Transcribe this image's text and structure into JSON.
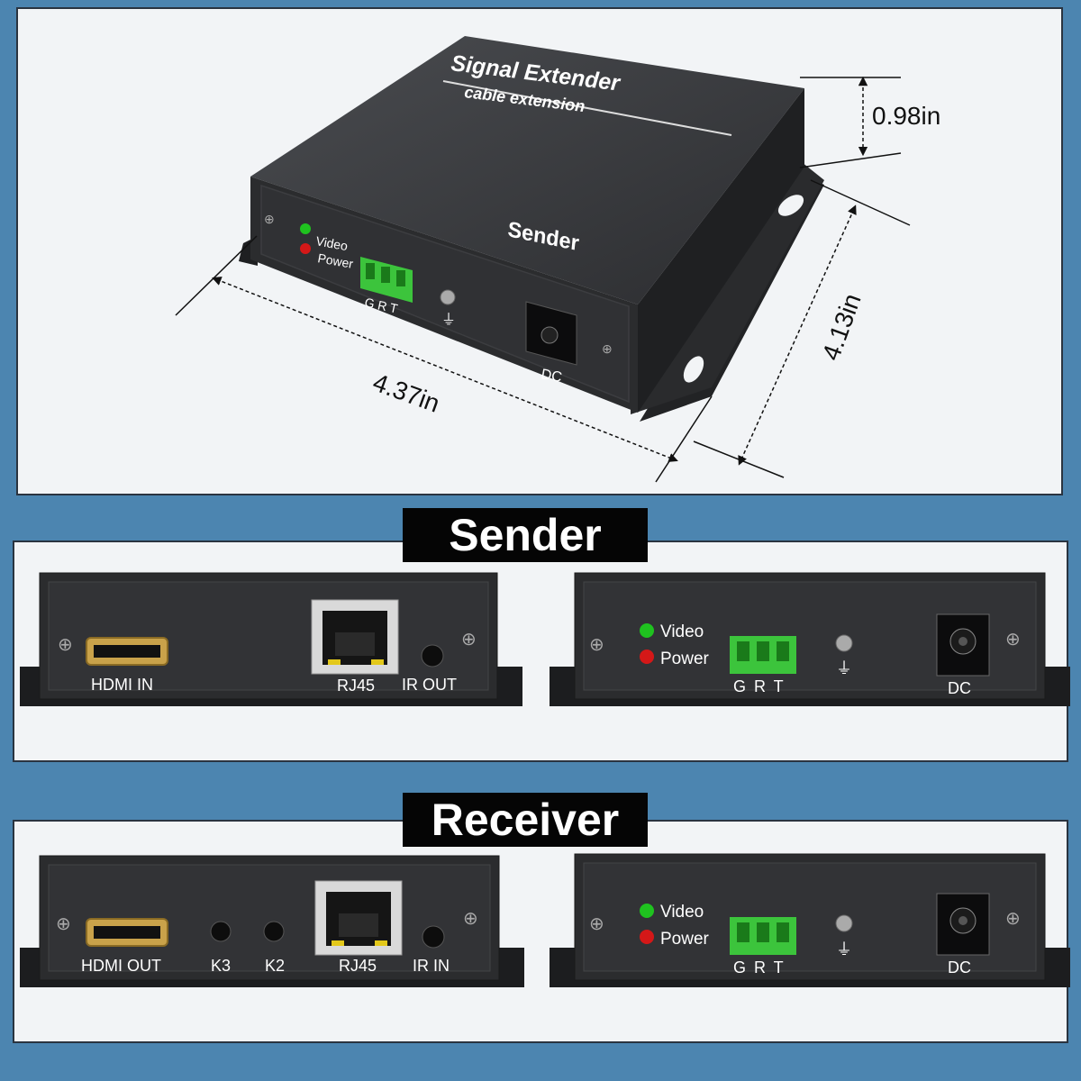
{
  "top": {
    "product_line1": "Signal Extender",
    "product_line2": "cable extension",
    "unit_name": "Sender",
    "led_video": "Video",
    "led_power": "Power",
    "terminal": "G R T",
    "dc": "DC",
    "dim_height": "0.98in",
    "dim_depth": "4.13in",
    "dim_width": "4.37in"
  },
  "sender": {
    "title": "Sender",
    "front": {
      "hdmi": "HDMI IN",
      "rj45": "RJ45",
      "ir": "IR OUT"
    },
    "back": {
      "video": "Video",
      "power": "Power",
      "terminal": "G R T",
      "dc": "DC"
    }
  },
  "receiver": {
    "title": "Receiver",
    "front": {
      "hdmi": "HDMI OUT",
      "k3": "K3",
      "k2": "K2",
      "rj45": "RJ45",
      "ir": "IR IN"
    },
    "back": {
      "video": "Video",
      "power": "Power",
      "terminal": "G R T",
      "dc": "DC"
    }
  },
  "colors": {
    "background": "#4c85b0",
    "panel": "#f2f4f6",
    "device": "#2b2c2e",
    "led_green": "#1fc21f",
    "led_red": "#d41818",
    "terminal_green": "#3cc43c"
  }
}
